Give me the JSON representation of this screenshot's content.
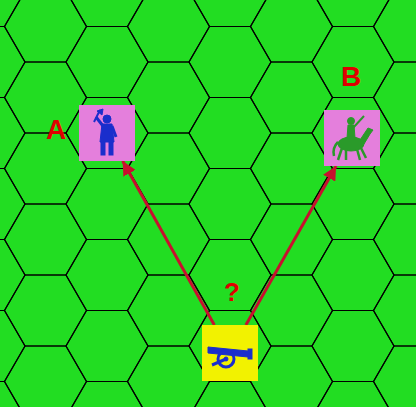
{
  "diagram": {
    "nodes": [
      {
        "text": [
          "A"
        ]
      },
      {
        "text": [
          "B"
        ]
      },
      {
        "text": [
          "?"
        ]
      }
    ],
    "edges": [
      {
        "from": 2,
        "to": 0,
        "arrow": "to"
      },
      {
        "from": 2,
        "to": 1,
        "arrow": "to"
      }
    ]
  }
}
